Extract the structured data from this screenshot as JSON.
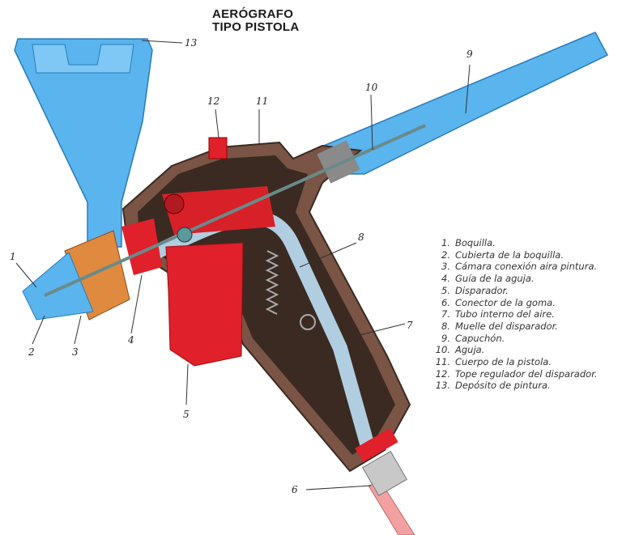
{
  "title": {
    "line1": "AERÓGRAFO",
    "line2": "TIPO PISTOLA"
  },
  "callouts": [
    "1",
    "2",
    "3",
    "4",
    "5",
    "6",
    "7",
    "8",
    "9",
    "10",
    "11",
    "12",
    "13"
  ],
  "legend": [
    {
      "num": "1.",
      "text": "Boquilla."
    },
    {
      "num": "2.",
      "text": "Cubierta de la boquilla."
    },
    {
      "num": "3.",
      "text": "Cámara conexión aira pintura."
    },
    {
      "num": "4.",
      "text": "Guía de la aguja."
    },
    {
      "num": "5.",
      "text": "Disparador."
    },
    {
      "num": "6.",
      "text": "Conector de la goma."
    },
    {
      "num": "7.",
      "text": "Tubo interno del aire."
    },
    {
      "num": "8.",
      "text": "Muelle del disparador."
    },
    {
      "num": "9.",
      "text": "Capuchón."
    },
    {
      "num": "10.",
      "text": "Aguja."
    },
    {
      "num": "11.",
      "text": "Cuerpo de la pistola."
    },
    {
      "num": "12.",
      "text": "Tope regulador del disparador."
    },
    {
      "num": "13.",
      "text": "Depósito de pintura."
    }
  ],
  "colors": {
    "body": "#6b4a3a",
    "inner": "#3a2a22",
    "blue": "#5ab4ee",
    "red": "#e0202a",
    "brass": "#e08a40"
  }
}
